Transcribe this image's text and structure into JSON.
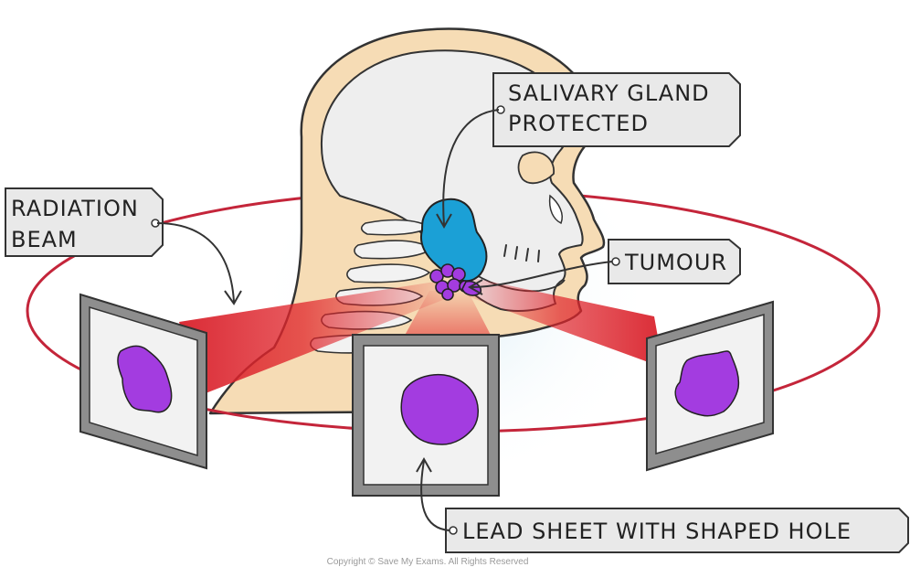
{
  "labels": {
    "salivary_gland_line1": "SALIVARY GLAND",
    "salivary_gland_line2": "PROTECTED",
    "radiation_beam_line1": "RADIATION",
    "radiation_beam_line2": "BEAM",
    "tumour": "TUMOUR",
    "lead_sheet": "LEAD SHEET WITH SHAPED HOLE"
  },
  "copyright": "Copyright © Save My Exams. All Rights Reserved",
  "colors": {
    "orbit": "#c4253a",
    "beam": "#e0252b",
    "skin": "#f6dcb5",
    "bone": "#efefef",
    "gland": "#1ba0d6",
    "tumour": "#a33ce0",
    "plate_frame": "#8e8e8e",
    "plate_inner": "#f2f2f2",
    "tag_fill": "#e9e9e9"
  }
}
